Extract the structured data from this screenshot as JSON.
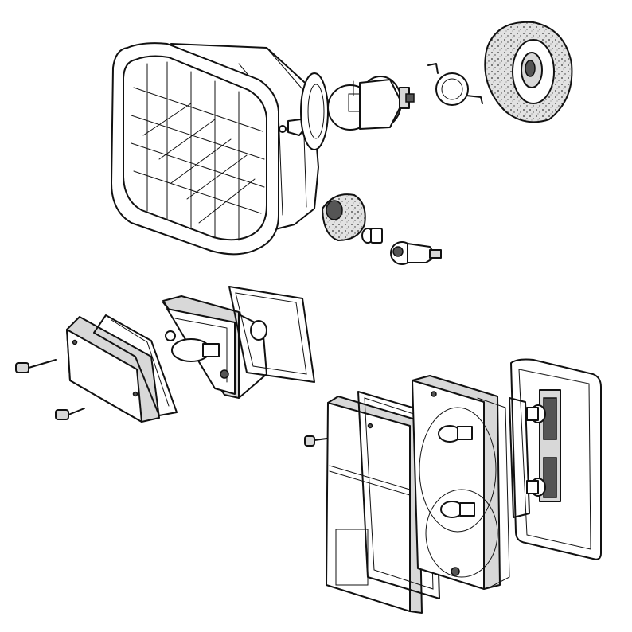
{
  "figure": {
    "kind": "exploded-parts-illustration",
    "palette": {
      "ink": "#111111",
      "paper": "#ffffff",
      "shade": "#d8d8d8"
    },
    "parts": [
      {
        "name": "headlamp-unit",
        "icon": "rectangular-headlamp-icon"
      },
      {
        "name": "bulb-holder",
        "icon": "bulb-holder-icon"
      },
      {
        "name": "retaining-clip",
        "icon": "spring-clip-icon"
      },
      {
        "name": "rubber-dust-cover",
        "icon": "dust-cover-icon"
      },
      {
        "name": "sidelight-grommet",
        "icon": "grommet-icon"
      },
      {
        "name": "sidelight-bulb",
        "icon": "small-bulb-icon"
      },
      {
        "name": "sidelight-socket",
        "icon": "socket-icon"
      },
      {
        "name": "indicator-screw",
        "icon": "screw-icon"
      },
      {
        "name": "indicator-lens",
        "icon": "lens-icon"
      },
      {
        "name": "indicator-gasket",
        "icon": "gasket-icon"
      },
      {
        "name": "indicator-housing",
        "icon": "lamp-housing-icon"
      },
      {
        "name": "indicator-rear-seal",
        "icon": "seal-icon"
      },
      {
        "name": "rear-lamp-screw",
        "icon": "screw-icon"
      },
      {
        "name": "rear-lamp-lens",
        "icon": "lens-icon"
      },
      {
        "name": "rear-lamp-gasket",
        "icon": "gasket-icon"
      },
      {
        "name": "rear-lamp-housing",
        "icon": "lamp-housing-icon"
      },
      {
        "name": "bulb-holder-plate",
        "icon": "bulb-plate-icon"
      },
      {
        "name": "rear-lamp-seal",
        "icon": "seal-icon"
      }
    ]
  }
}
